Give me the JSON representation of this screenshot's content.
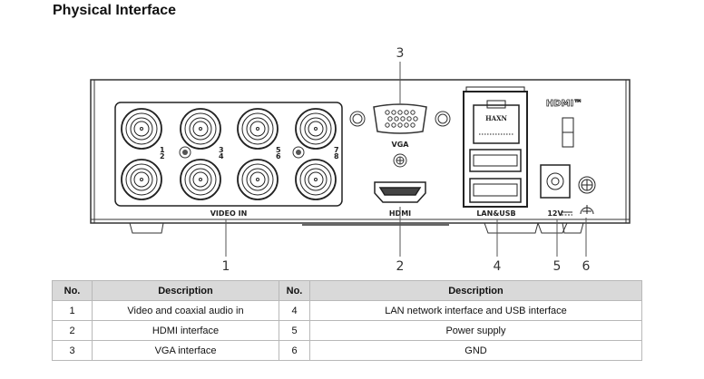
{
  "section_title": "Physical Interface",
  "diagram": {
    "panel_labels": {
      "video_in": "VIDEO IN",
      "vga": "VGA",
      "hdmi": "HDMI",
      "hdmi_logo": "HDMI™",
      "lan_usb": "LAN&USB",
      "power": "12V",
      "rj45_text": "HAXN"
    },
    "bnc_numbers": [
      "1",
      "2",
      "3",
      "4",
      "5",
      "6",
      "7",
      "8"
    ],
    "callouts": [
      "1",
      "2",
      "3",
      "4",
      "5",
      "6"
    ]
  },
  "table": {
    "headers": [
      "No.",
      "Description",
      "No.",
      "Description"
    ],
    "rows": [
      {
        "no_a": "1",
        "desc_a": "Video and coaxial audio in",
        "no_b": "4",
        "desc_b": "LAN network interface and USB interface"
      },
      {
        "no_a": "2",
        "desc_a": "HDMI interface",
        "no_b": "5",
        "desc_b": "Power supply"
      },
      {
        "no_a": "3",
        "desc_a": "VGA interface",
        "no_b": "6",
        "desc_b": "GND"
      }
    ]
  }
}
